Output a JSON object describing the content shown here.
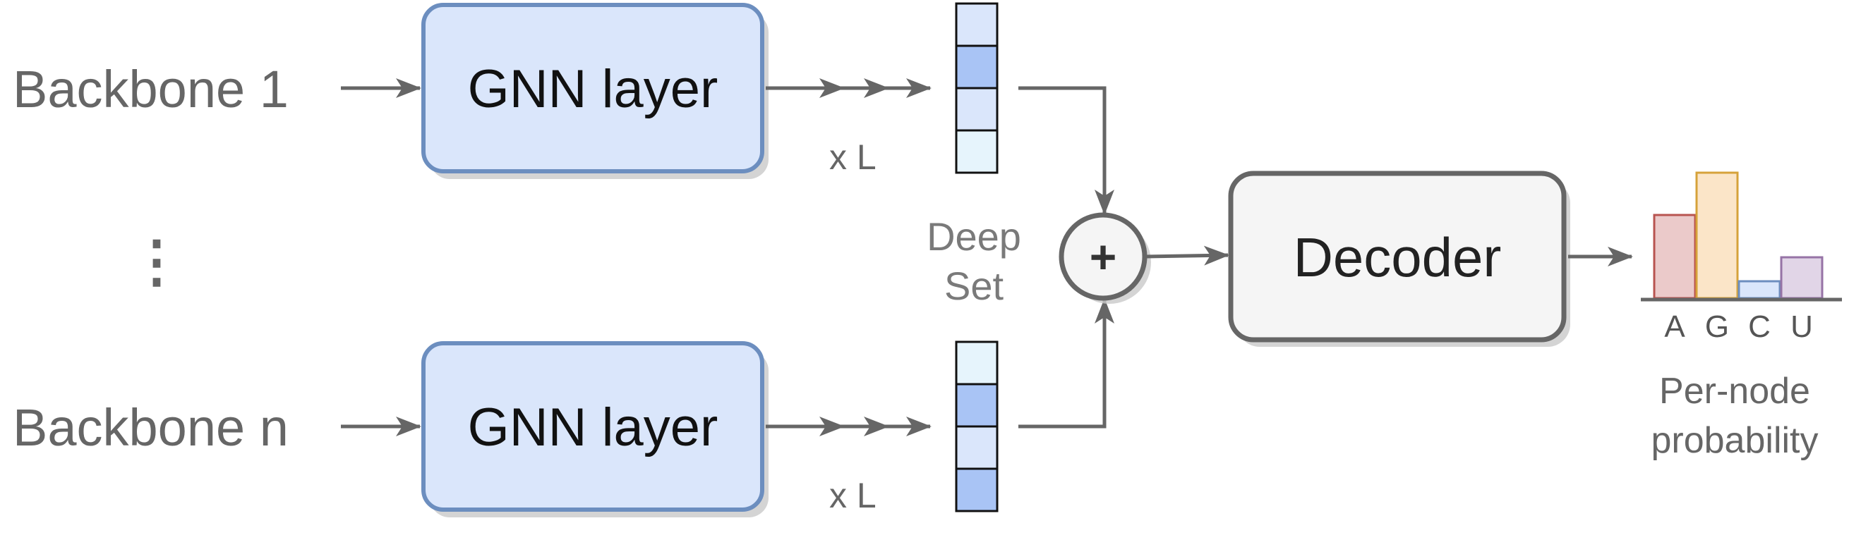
{
  "backbones": [
    {
      "label": "Backbone 1",
      "layer_label": "GNN layer",
      "repeat_label": "x L",
      "embedding_cells": [
        "#dae6fb",
        "#a9c4f5",
        "#dae6fb",
        "#e6f4fc"
      ]
    },
    {
      "label": "Backbone n",
      "layer_label": "GNN layer",
      "repeat_label": "x L",
      "embedding_cells": [
        "#e6f4fc",
        "#a9c4f5",
        "#dae6fb",
        "#a9c4f5"
      ]
    }
  ],
  "ellipsis": "⋮",
  "aggregation": {
    "label_line1": "Deep",
    "label_line2": "Set",
    "symbol": "+"
  },
  "decoder": {
    "label": "Decoder"
  },
  "output": {
    "caption_line1": "Per-node",
    "caption_line2": "probability",
    "bars": [
      {
        "label": "A",
        "value": 0.59,
        "fill": "#ebcaca",
        "stroke": "#b85450"
      },
      {
        "label": "G",
        "value": 0.89,
        "fill": "#fbe5c8",
        "stroke": "#d6a23a"
      },
      {
        "label": "C",
        "value": 0.12,
        "fill": "#dae6fb",
        "stroke": "#6c8ebf"
      },
      {
        "label": "U",
        "value": 0.29,
        "fill": "#e1d5e7",
        "stroke": "#9673a6"
      }
    ]
  }
}
